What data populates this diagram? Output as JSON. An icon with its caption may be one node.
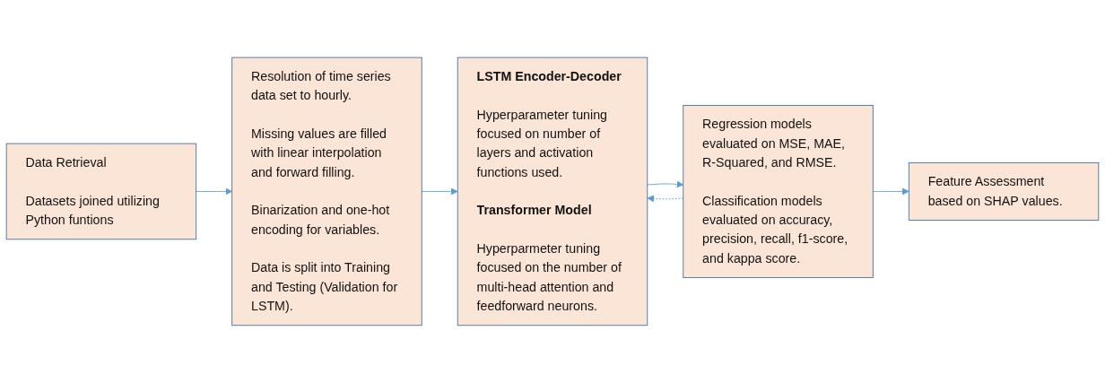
{
  "diagram": {
    "nodes": [
      {
        "text": [
          "Data Retrieval",
          "Datasets joined utilizing Python funtions"
        ]
      },
      {
        "text": [
          "Resolution of time series data set to hourly.",
          "Missing values are filled with linear interpolation and forward filling.",
          "Binarization and one-hot encoding for variables.",
          "Data is split into Training and Testing (Validation for LSTM)."
        ]
      },
      {
        "text": [
          "LSTM Encoder-Decoder",
          "Hyperparameter tuning focused on number of layers and activation functions used.",
          "Transformer Model",
          "Hyperparmeter tuning focused on the number of multi-head attention and feedforward neurons."
        ]
      },
      {
        "text": [
          "Regression models evaluated on MSE, MAE, R-Squared, and RMSE.",
          "Classification models evaluated on accuracy, precision, recall, f1-score, and kappa score."
        ]
      },
      {
        "text": [
          "Feature Assessment based on SHAP values."
        ]
      }
    ],
    "edges": [
      {
        "from": 0,
        "to": 1,
        "arrow": "to"
      },
      {
        "from": 1,
        "to": 2,
        "arrow": "to"
      },
      {
        "from": 2,
        "to": 3,
        "arrow": "to"
      },
      {
        "from": 3,
        "to": 4,
        "arrow": "to"
      },
      {
        "from": 3,
        "to": 2,
        "arrow": "to",
        "style": "dashed"
      }
    ]
  }
}
